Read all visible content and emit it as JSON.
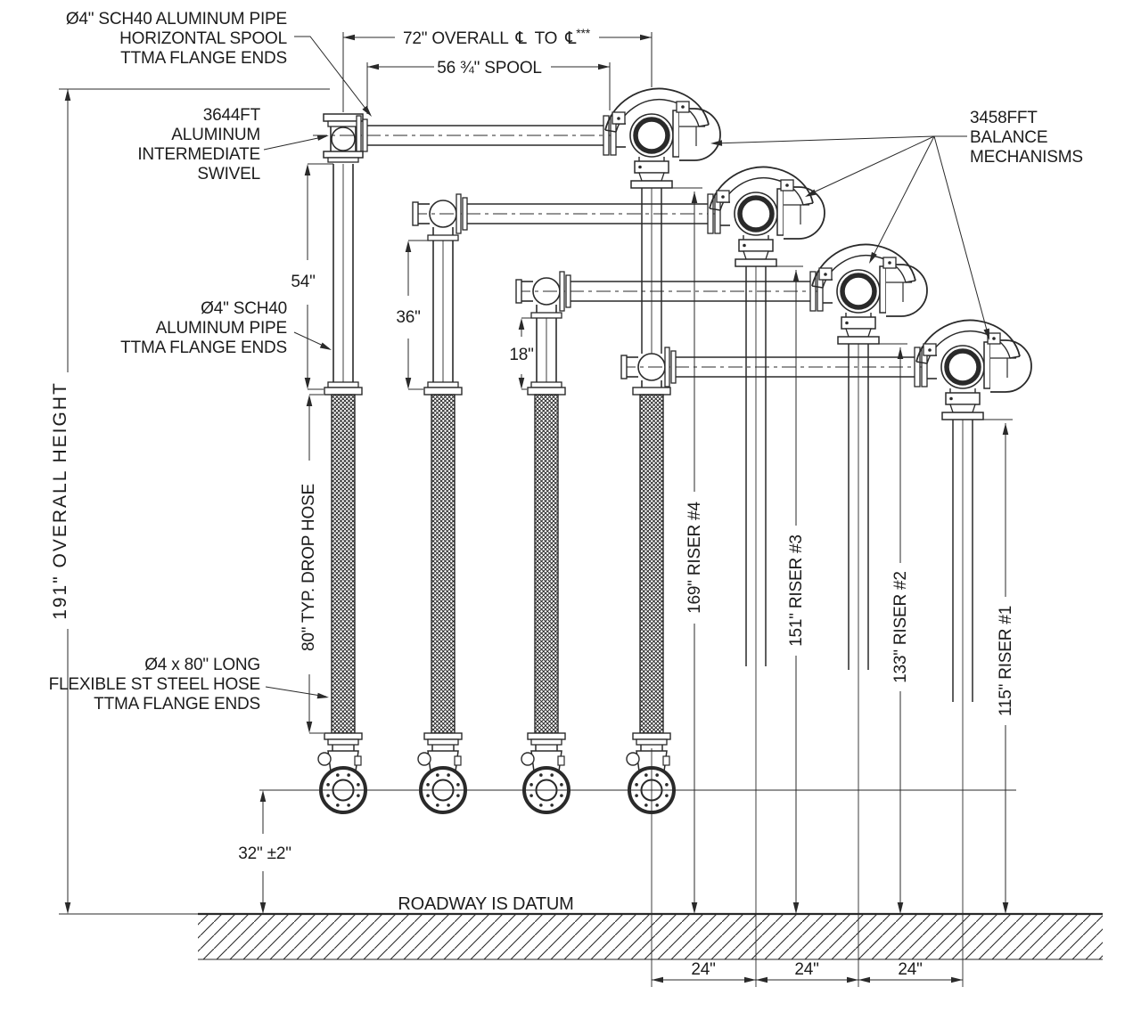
{
  "callouts": {
    "horizontal_spool": {
      "lines": [
        "Ø4\" SCH40 ALUMINUM PIPE",
        "HORIZONTAL SPOOL",
        "TTMA FLANGE ENDS"
      ]
    },
    "intermediate_swivel": {
      "lines": [
        "3644FT",
        "ALUMINUM",
        "INTERMEDIATE",
        "SWIVEL"
      ]
    },
    "balance_mechanisms": {
      "lines": [
        "3458FFT",
        "BALANCE",
        "MECHANISMS"
      ]
    },
    "vertical_pipe": {
      "lines": [
        "Ø4\" SCH40",
        "ALUMINUM PIPE",
        "TTMA FLANGE ENDS"
      ]
    },
    "flexible_hose": {
      "lines": [
        "Ø4 x 80\" LONG",
        "FLEXIBLE ST STEEL HOSE",
        "TTMA FLANGE ENDS"
      ]
    },
    "roadway_datum": "ROADWAY IS DATUM"
  },
  "dimensions": {
    "overall_span": {
      "prefix": "72\" OVERALL",
      "cl": "℄",
      "to": "TO",
      "stars": "***"
    },
    "spool": "56 ¾\" SPOOL",
    "drop_pipe_1": "54\"",
    "drop_pipe_2": "36\"",
    "drop_pipe_3": "18\"",
    "drop_hose": "80\"  TYP. DROP HOSE",
    "overall_height": "191\"  OVERALL HEIGHT",
    "risers": [
      "169\"  RISER #4",
      "151\"  RISER #3",
      "133\"  RISER #2",
      "115\"  RISER #1"
    ],
    "ground_clearance": "32\" ±2\"",
    "riser_spacing": [
      "24\"",
      "24\"",
      "24\""
    ]
  },
  "colors": {
    "line": "#2a2a2a",
    "text": "#1c1c1c",
    "background": "#ffffff"
  }
}
